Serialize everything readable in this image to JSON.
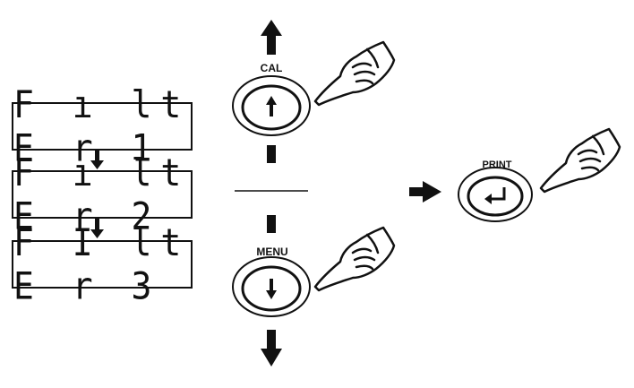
{
  "displays": [
    {
      "text": "F ı lt E r 1"
    },
    {
      "text": "F ı lt E r 2"
    },
    {
      "text": "F I lt E r 3"
    }
  ],
  "buttons": {
    "cal": {
      "label": "CAL",
      "icon": "up-arrow-icon"
    },
    "menu": {
      "label": "MENU",
      "icon": "down-arrow-icon"
    },
    "print": {
      "label": "PRINT",
      "icon": "enter-arrow-icon"
    }
  }
}
